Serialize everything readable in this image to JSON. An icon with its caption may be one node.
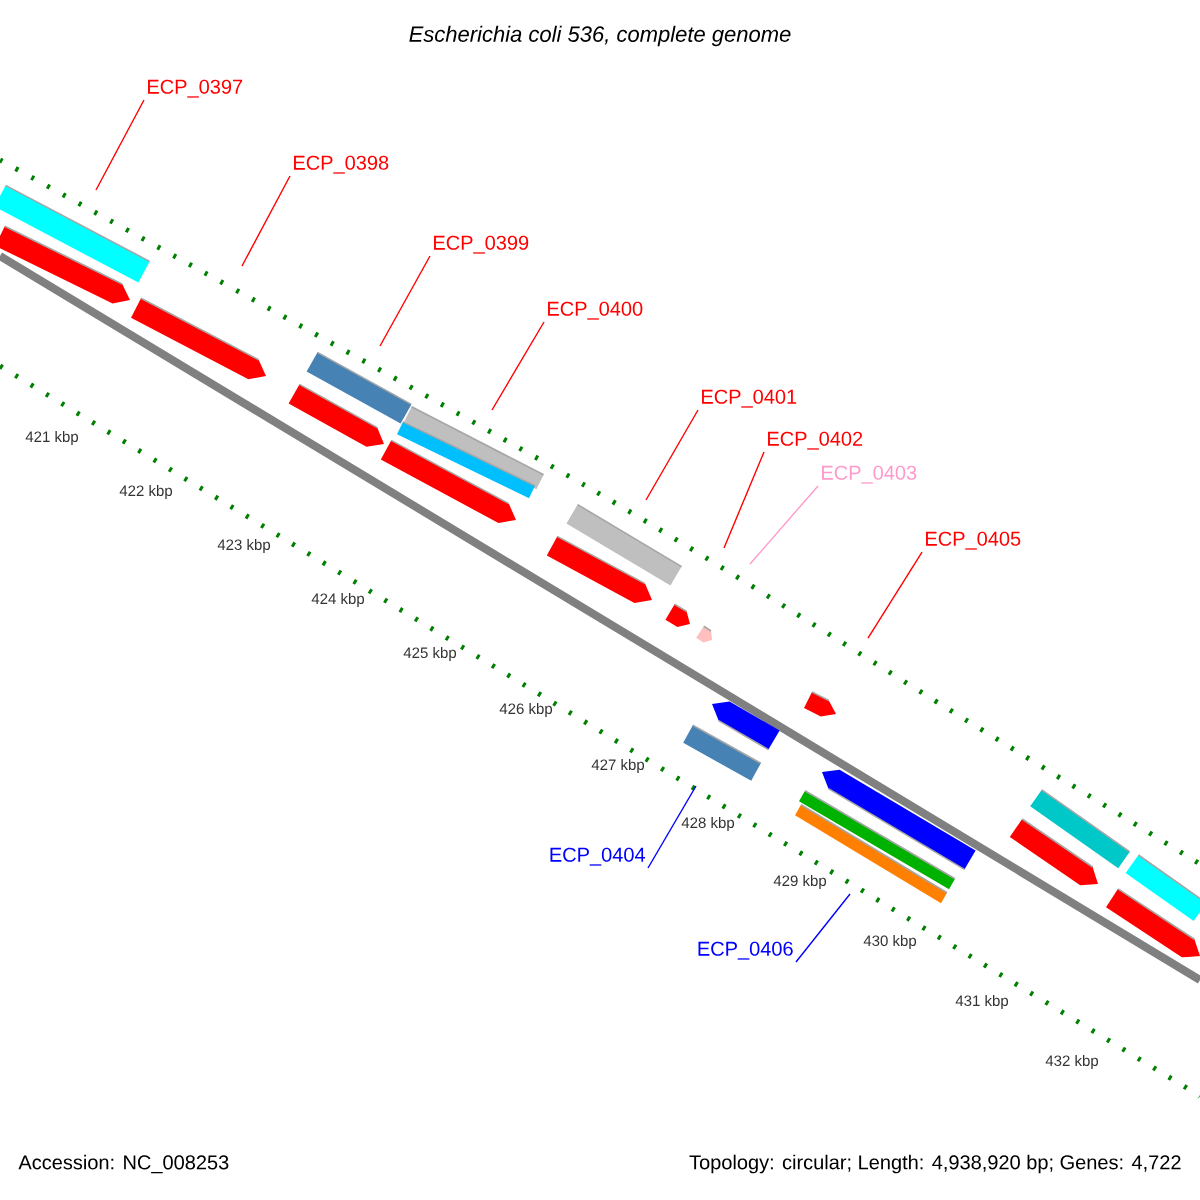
{
  "diagram": {
    "title": "Escherichia coli 536, complete genome",
    "nodes": [
      {
        "text": [
          "ECP_0397"
        ]
      },
      {
        "text": [
          "ECP_0398"
        ]
      },
      {
        "text": [
          "ECP_0399"
        ]
      },
      {
        "text": [
          "ECP_0400"
        ]
      },
      {
        "text": [
          "ECP_0401"
        ]
      },
      {
        "text": [
          "ECP_0402"
        ]
      },
      {
        "text": [
          "ECP_0403"
        ]
      },
      {
        "text": [
          "ECP_0405"
        ]
      },
      {
        "text": [
          "ECP_0404"
        ]
      },
      {
        "text": [
          "ECP_0406"
        ]
      }
    ],
    "edges": [
      {
        "from": 0,
        "to": null,
        "arrow": "none"
      },
      {
        "from": 1,
        "to": null,
        "arrow": "none"
      },
      {
        "from": 2,
        "to": null,
        "arrow": "none"
      },
      {
        "from": 3,
        "to": null,
        "arrow": "none"
      },
      {
        "from": 4,
        "to": null,
        "arrow": "none"
      },
      {
        "from": 5,
        "to": null,
        "arrow": "none"
      },
      {
        "from": 6,
        "to": null,
        "arrow": "none",
        "color": "#ff99cc"
      },
      {
        "from": 7,
        "to": null,
        "arrow": "none"
      },
      {
        "from": 8,
        "to": null,
        "arrow": "none",
        "color": "#0000ff"
      },
      {
        "from": 9,
        "to": null,
        "arrow": "none",
        "color": "#0000ff"
      }
    ],
    "labels": [
      "421 kbp",
      "422 kbp",
      "423 kbp",
      "424 kbp",
      "425 kbp",
      "426 kbp",
      "427 kbp",
      "428 kbp",
      "429 kbp",
      "430 kbp",
      "431 kbp",
      "432 kbp",
      "Accession: NC_008253",
      "Topology: circular; Length: 4,938,920 bp; Genes: 4,722"
    ]
  }
}
